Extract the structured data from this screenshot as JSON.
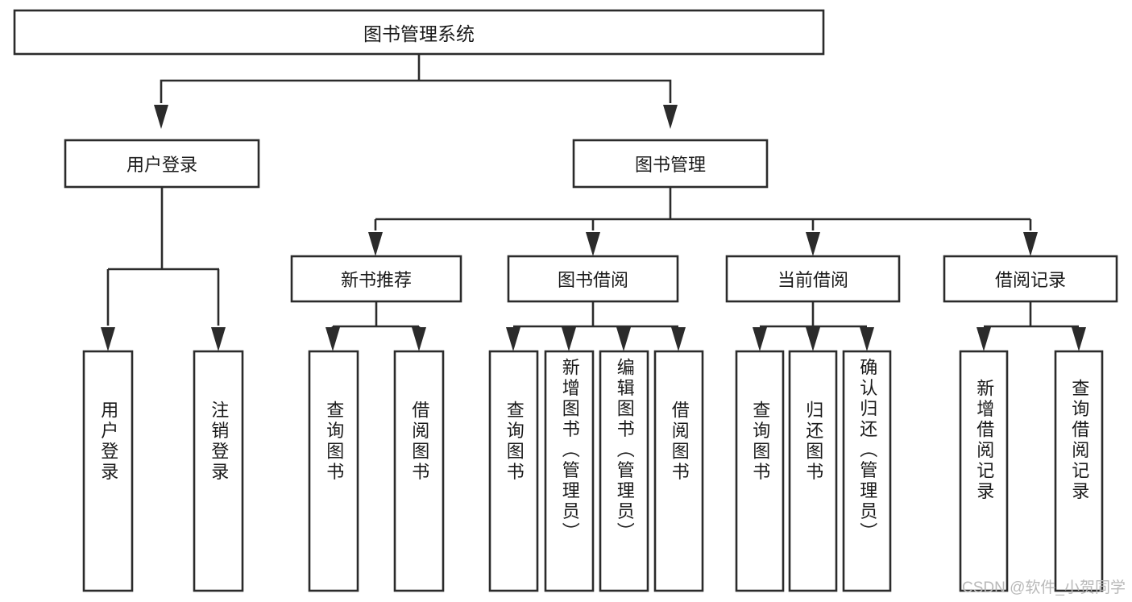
{
  "diagram": {
    "type": "hierarchy-tree",
    "title": "图书管理系统",
    "watermark": "CSDN @软件_小贺同学",
    "colors": {
      "stroke": "#2b2b2b",
      "fill": "#ffffff",
      "text": "#1a1a1a",
      "watermark": "#b9b9b9"
    },
    "root": {
      "label": "图书管理系统"
    },
    "level2": {
      "user_login": {
        "label": "用户登录"
      },
      "book_manage": {
        "label": "图书管理"
      }
    },
    "level3": {
      "new_book_recommend": {
        "label": "新书推荐"
      },
      "book_borrow": {
        "label": "图书借阅"
      },
      "current_borrow": {
        "label": "当前借阅"
      },
      "borrow_record": {
        "label": "借阅记录"
      }
    },
    "leaves": {
      "user_login_children": [
        {
          "label": "用户登录"
        },
        {
          "label": "注销登录"
        }
      ],
      "new_book_recommend_children": [
        {
          "label": "查询图书"
        },
        {
          "label": "借阅图书"
        }
      ],
      "book_borrow_children": [
        {
          "label": "查询图书"
        },
        {
          "label": "新增图书（管理员）"
        },
        {
          "label": "编辑图书（管理员）"
        },
        {
          "label": "借阅图书"
        }
      ],
      "current_borrow_children": [
        {
          "label": "查询图书"
        },
        {
          "label": "归还图书"
        },
        {
          "label": "确认归还（管理员）"
        }
      ],
      "borrow_record_children": [
        {
          "label": "新增借阅记录"
        },
        {
          "label": "查询借阅记录"
        }
      ]
    }
  }
}
